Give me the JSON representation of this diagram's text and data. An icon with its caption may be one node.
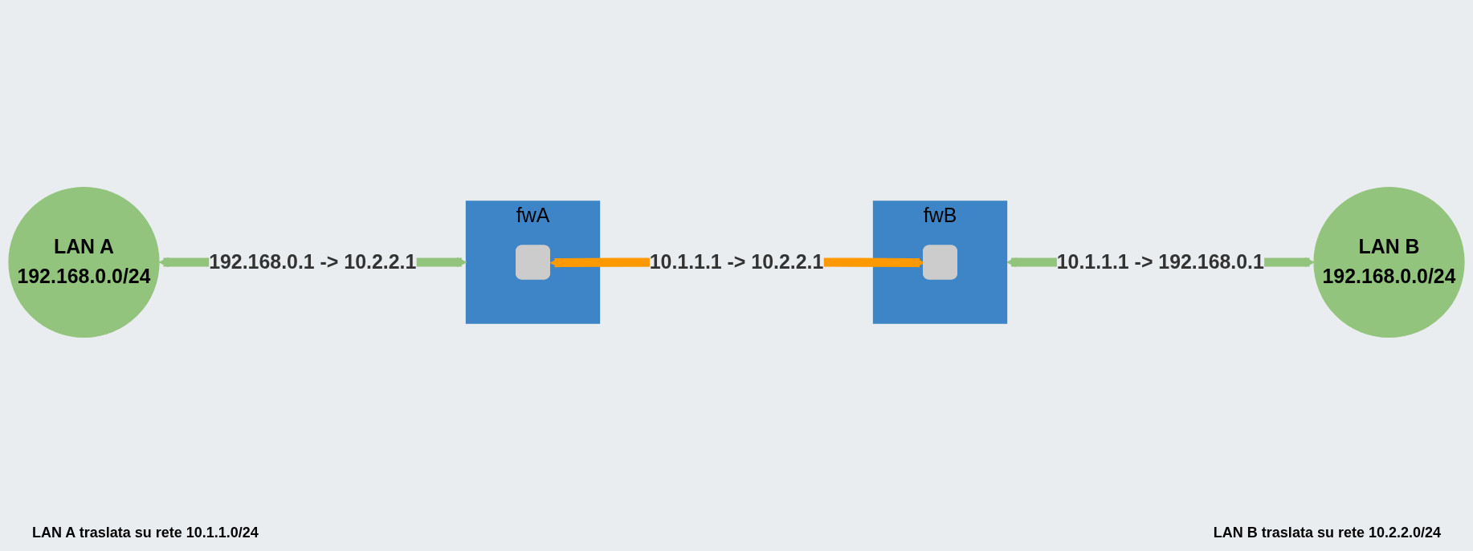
{
  "diagram": {
    "nodes": [
      {
        "text": [
          "LAN A",
          "192.168.0.0/24"
        ]
      },
      {
        "text": [
          "fwA"
        ]
      },
      {
        "text": [],
        "shape": "box",
        "in": 1
      },
      {
        "text": [
          "fwB"
        ]
      },
      {
        "text": [],
        "shape": "box",
        "in": 3
      },
      {
        "text": [
          "LAN B",
          "192.168.0.0/24"
        ]
      }
    ],
    "edges": [
      {
        "from": 0,
        "to": 1,
        "arrow": "both",
        "label": "192.168.0.1 -> 10.2.2.1"
      },
      {
        "from": 3,
        "to": 5,
        "arrow": "both",
        "label": "10.1.1.1 -> 192.168.0.1"
      },
      {
        "from": 2,
        "to": 4,
        "arrow": "both",
        "label": "10.1.1.1 -> 10.2.2.1",
        "color": "#ff9900"
      }
    ],
    "labels": [
      "LAN A traslata su rete 10.1.1.0/24",
      "LAN B traslata su rete 10.2.2.0/24"
    ]
  }
}
